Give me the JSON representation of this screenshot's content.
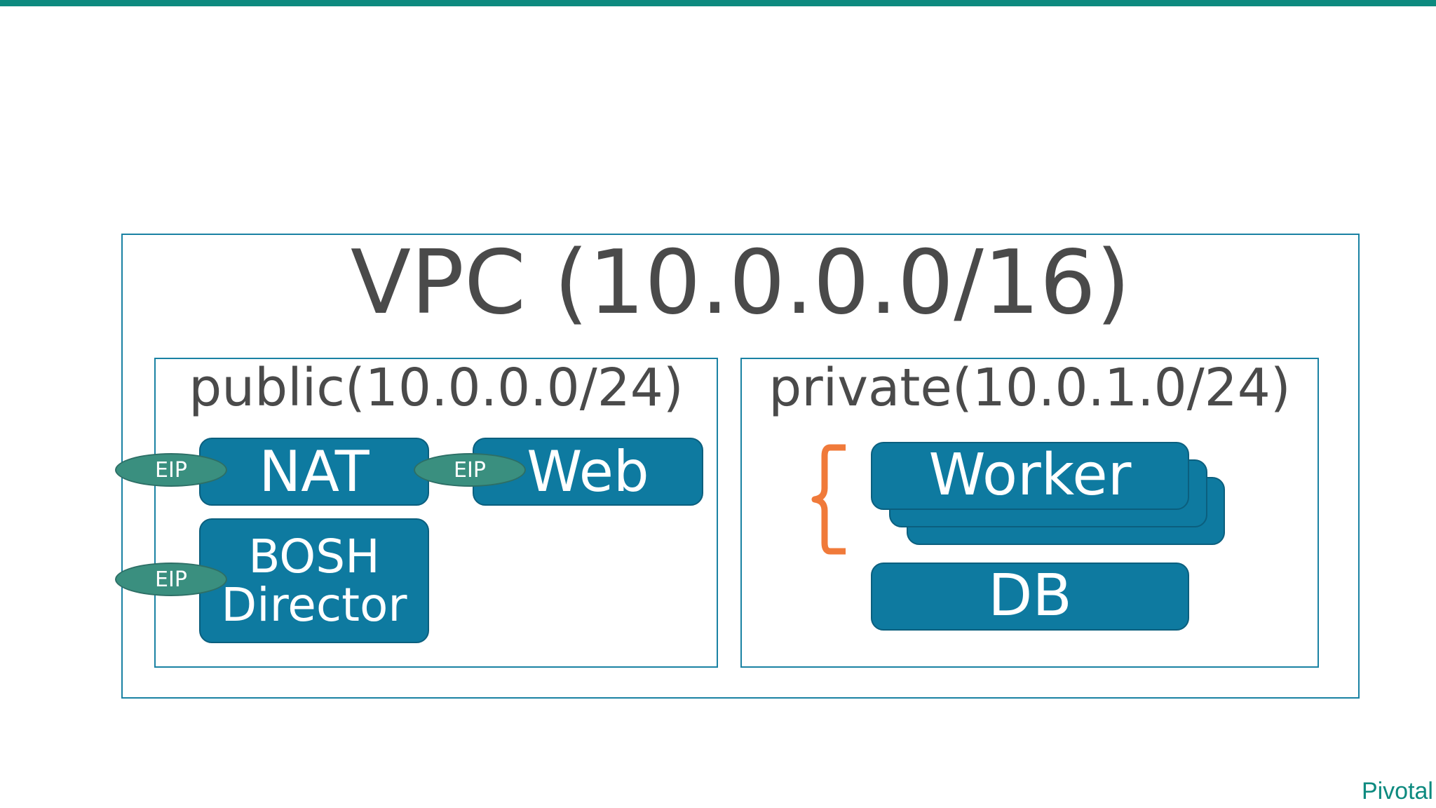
{
  "vpc": {
    "title": "VPC (10.0.0.0/16)"
  },
  "public_subnet": {
    "title": "public(10.0.0.0/24)",
    "nodes": {
      "nat": "NAT",
      "web": "Web",
      "bosh_line1": "BOSH",
      "bosh_line2": "Director"
    },
    "eip_label": "EIP"
  },
  "private_subnet": {
    "title": "private(10.0.1.0/24)",
    "nodes": {
      "worker": "Worker",
      "db": "DB"
    }
  },
  "brand": {
    "logo_text": "Pivotal"
  },
  "colors": {
    "accent": "#0d8a7f",
    "node_fill": "#0e7aa0",
    "eip_fill": "#3a8f7f",
    "brace": "#f07a3a",
    "border": "#1a82a3"
  }
}
